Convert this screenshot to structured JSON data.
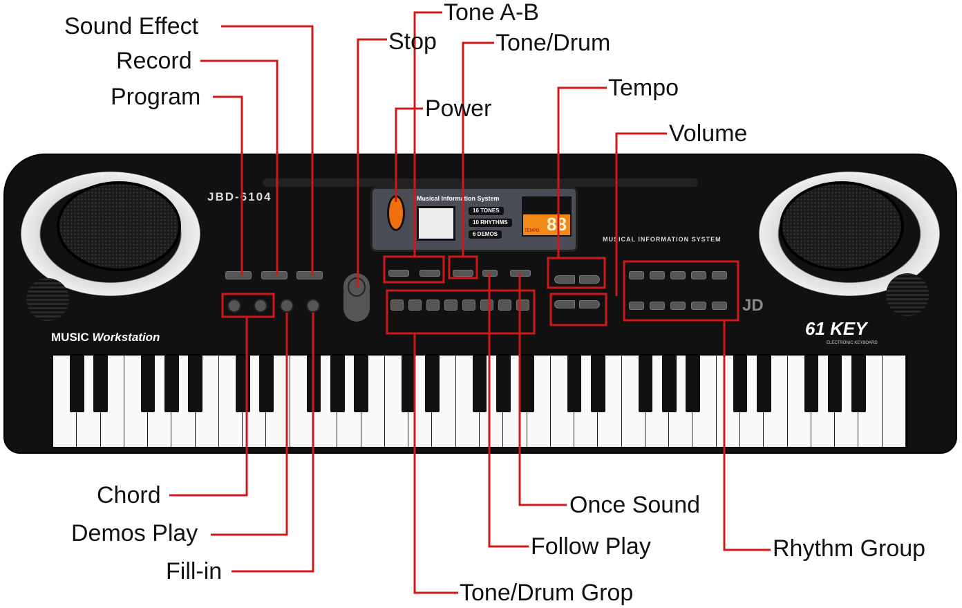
{
  "device": {
    "model": "JBD-6104",
    "brand_text": "MUSIC Workstation",
    "brand_bold": "MUSIC",
    "brand_italic": "Workstation",
    "key_count": "61 KEY",
    "key_subtitle": "ELECTRONIC KEYBOARD",
    "display_title": "Musical Information System",
    "display_items": [
      "16 TONES",
      "10 RHYTHMS",
      "6 DEMOS"
    ],
    "lcd_value": "88",
    "lcd_label": "TEMPO",
    "panel_caption": "MUSICAL INFORMATION SYSTEM",
    "logo": "JD",
    "white_keys": 36
  },
  "labels": {
    "sound_effect": "Sound Effect",
    "record": "Record",
    "program": "Program",
    "stop": "Stop",
    "tone_ab": "Tone A-B",
    "tone_drum": "Tone/Drum",
    "power": "Power",
    "tempo": "Tempo",
    "volume": "Volume",
    "chord": "Chord",
    "demos_play": "Demos Play",
    "fill_in": "Fill-in",
    "once_sound": "Once Sound",
    "follow_play": "Follow Play",
    "rhythm_group": "Rhythm Group",
    "tone_drum_group": "Tone/Drum Grop"
  },
  "colors": {
    "leader": "#d01818",
    "body": "#111111",
    "lcd": "#f28a1a"
  }
}
